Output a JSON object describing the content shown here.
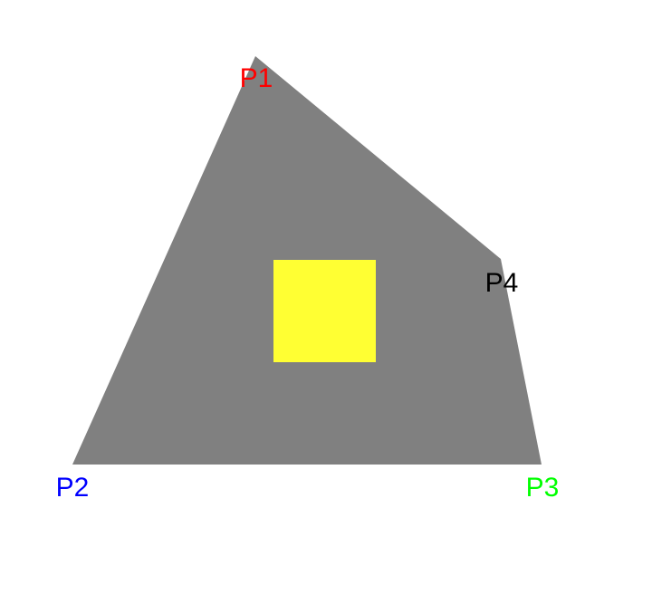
{
  "diagram": {
    "shape_color": "#808080",
    "square_color": "#ffff33",
    "points": [
      {
        "id": "p1",
        "label": "P1",
        "color": "#ff0000"
      },
      {
        "id": "p2",
        "label": "P2",
        "color": "#0000ff"
      },
      {
        "id": "p3",
        "label": "P3",
        "color": "#00ff00"
      },
      {
        "id": "p4",
        "label": "P4",
        "color": "#000000"
      }
    ]
  }
}
